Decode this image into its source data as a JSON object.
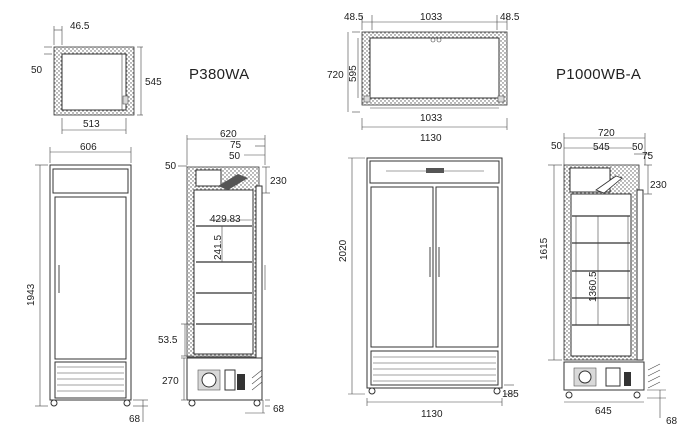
{
  "models": {
    "left": "P380WA",
    "right": "P1000WB-A"
  },
  "p380wa": {
    "top_wall": "46.5",
    "top_side": "50",
    "top_depth": "545",
    "top_width": "513",
    "front_width": "606",
    "front_height": "1943",
    "front_feet": "68",
    "side_depth": "620",
    "side_door": "75",
    "side_top_gap": "50",
    "side_top_wall": "50",
    "side_canopy": "230",
    "side_shelf_depth": "429.83",
    "side_shelf_pitch": "241.5",
    "side_bottom_shelf": "53.5",
    "side_base": "270",
    "side_feet": "68"
  },
  "p1000wb": {
    "top_wall_left": "48.5",
    "top_inner": "1033",
    "top_wall_right": "48.5",
    "top_depth": "720",
    "top_inner_depth": "595",
    "top_inner_width": "1033",
    "top_outer_width": "1130",
    "front_height": "2020",
    "front_width": "1130",
    "front_feet": "185",
    "side_depth": "720",
    "side_top_wall": "50",
    "side_inner": "545",
    "side_door": "50",
    "side_gap": "75",
    "side_canopy": "230",
    "side_height": "1615",
    "side_shelf_pitch": "1360.5",
    "side_base_depth": "645",
    "side_feet": "68"
  }
}
